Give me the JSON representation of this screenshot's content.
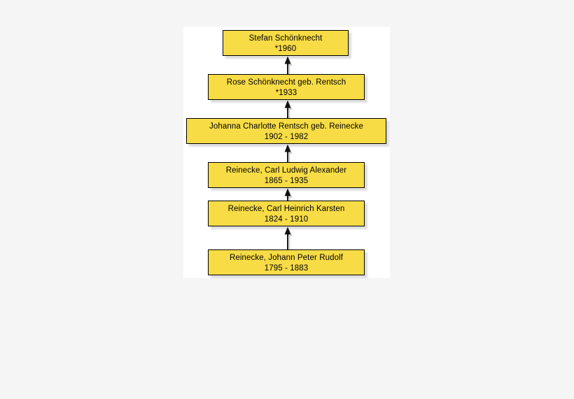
{
  "canvas": {
    "background_color": "#ffffff",
    "page_background_color": "#f5f5f6"
  },
  "style": {
    "node_fill": "#f7dc46",
    "node_border": "#000000",
    "shadow_color": "#d2d2d2",
    "arrow_color": "#1a1a1a",
    "arrow_shadow_color": "#c9c9c9"
  },
  "chart": {
    "type": "pedigree",
    "title": "",
    "direction": "bottom-to-top",
    "relation_label": "parent-of",
    "nodes": [
      {
        "id": "n1",
        "name": "Stefan Schönknecht",
        "dates": "*1960",
        "birth": 1960,
        "death": null,
        "generation": 1
      },
      {
        "id": "n2",
        "name": "Rose Schönknecht geb. Rentsch",
        "dates": "*1933",
        "birth": 1933,
        "death": null,
        "generation": 2
      },
      {
        "id": "n3",
        "name": "Johanna Charlotte Rentsch geb. Reinecke",
        "dates": "1902 - 1982",
        "birth": 1902,
        "death": 1982,
        "generation": 3
      },
      {
        "id": "n4",
        "name": "Reinecke, Carl Ludwig Alexander",
        "dates": "1865 - 1935",
        "birth": 1865,
        "death": 1935,
        "generation": 4
      },
      {
        "id": "n5",
        "name": "Reinecke, Carl Heinrich Karsten",
        "dates": "1824 - 1910",
        "birth": 1824,
        "death": 1910,
        "generation": 5
      },
      {
        "id": "n6",
        "name": "Reinecke, Johann Peter Rudolf",
        "dates": "1795 - 1883",
        "birth": 1795,
        "death": 1883,
        "generation": 6
      }
    ],
    "edges": [
      {
        "from": "n2",
        "to": "n1"
      },
      {
        "from": "n3",
        "to": "n2"
      },
      {
        "from": "n4",
        "to": "n3"
      },
      {
        "from": "n5",
        "to": "n4"
      },
      {
        "from": "n6",
        "to": "n5"
      }
    ]
  }
}
